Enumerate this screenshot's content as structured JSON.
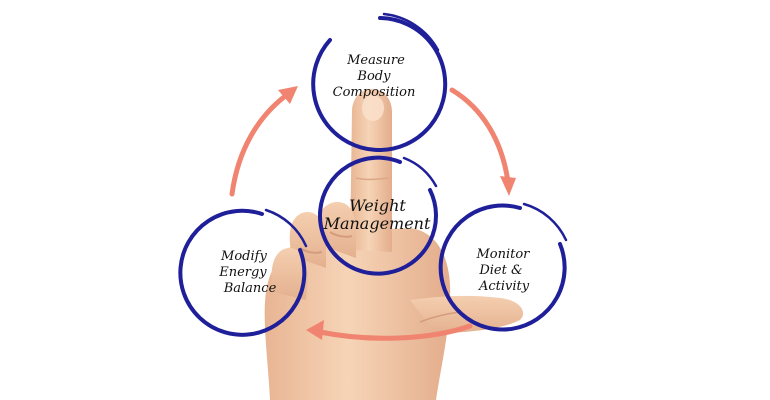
{
  "diagram": {
    "center": {
      "lines": [
        "Weight",
        "Management"
      ]
    },
    "nodes": {
      "top": {
        "lines": [
          "Measure",
          "Body",
          "Composition"
        ]
      },
      "right": {
        "lines": [
          "Monitor",
          "Diet &",
          "Activity"
        ]
      },
      "left": {
        "lines": [
          "Modify",
          "Energy",
          "Balance"
        ]
      }
    }
  },
  "colors": {
    "circle_stroke": "#1f1f9a",
    "arrow": "#f08470",
    "skin": "#f2c9a6",
    "skin_shadow": "#dca585",
    "background": "#ffffff"
  },
  "icons": {
    "hand": "pointing-hand-icon",
    "arrows": "cycle-arrow-icon"
  }
}
